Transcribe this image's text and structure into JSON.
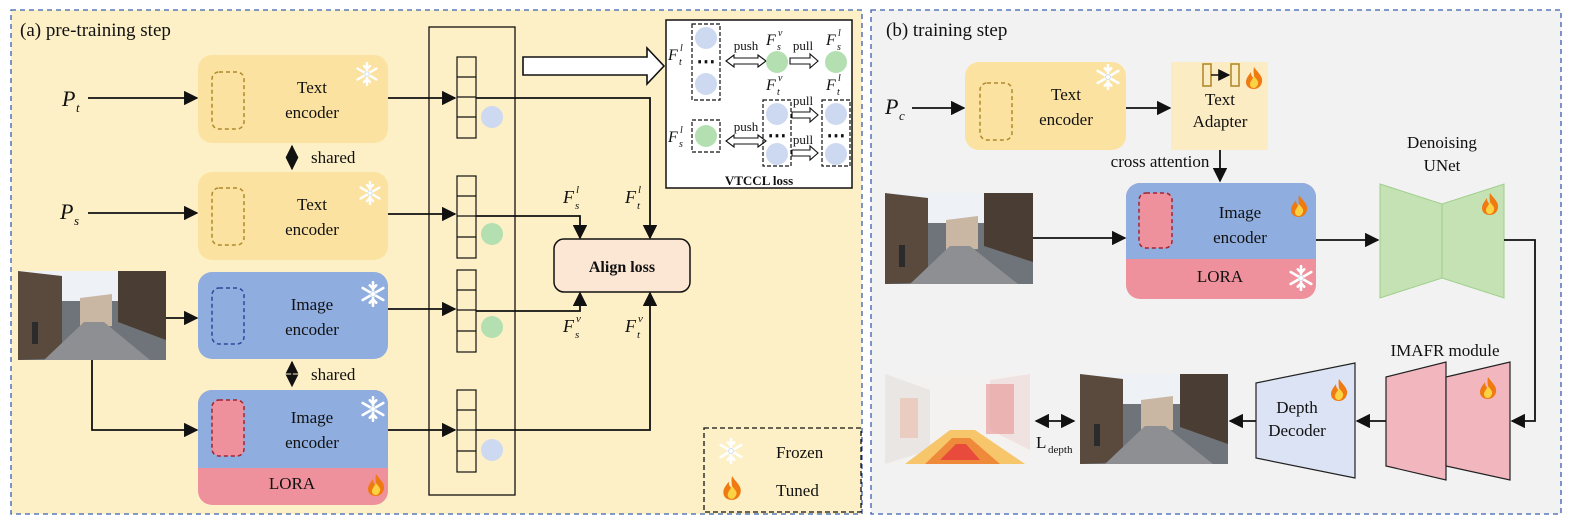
{
  "panel_a": {
    "title": "(a) pre-training step",
    "inputs": {
      "pt": "P",
      "pt_sub": "t",
      "ps": "P",
      "ps_sub": "s"
    },
    "text_encoder_1": [
      "Text",
      "encoder"
    ],
    "text_encoder_2": [
      "Text",
      "encoder"
    ],
    "image_encoder_1": [
      "Image",
      "encoder"
    ],
    "image_encoder_2": [
      "Image",
      "encoder"
    ],
    "lora": "LORA",
    "shared_1": "shared",
    "shared_2": "shared",
    "align_loss": "Align  loss",
    "feat_labels": {
      "F": "F",
      "s_l": "s",
      "t_l": "t",
      "l": "l",
      "v": "v"
    },
    "vtccl": {
      "title": "VTCCL loss",
      "push": "push",
      "pull": "pull",
      "dots": "⋯"
    },
    "legend": {
      "frozen": "Frozen",
      "tuned": "Tuned"
    }
  },
  "panel_b": {
    "title": "(b) training step",
    "input": {
      "p": "P",
      "p_sub": "c"
    },
    "text_encoder": [
      "Text",
      "encoder"
    ],
    "text_adapter": [
      "Text",
      "Adapter"
    ],
    "cross_attention": "cross attention",
    "image_encoder": [
      "Image",
      "encoder"
    ],
    "lora": "LORA",
    "denoising_unet": [
      "Denoising",
      "UNet"
    ],
    "imafr": "IMAFR module",
    "depth_decoder": [
      "Depth",
      "Decoder"
    ],
    "l_depth": "L",
    "l_depth_sub": "depth"
  },
  "colors": {
    "panel_a_bg": "#fdf0c6",
    "panel_b_bg": "#f2f2f2",
    "text_enc": "#fbe2a0",
    "image_enc": "#8fadde",
    "lora": "#ee919c",
    "unet": "#c4e2b4",
    "imafr": "#f2b6bf",
    "decoder": "#dbe3f4",
    "feat_v": "#cdd9f1",
    "feat_g": "#b3dfb1",
    "border_dash": "#3a5fb0"
  }
}
